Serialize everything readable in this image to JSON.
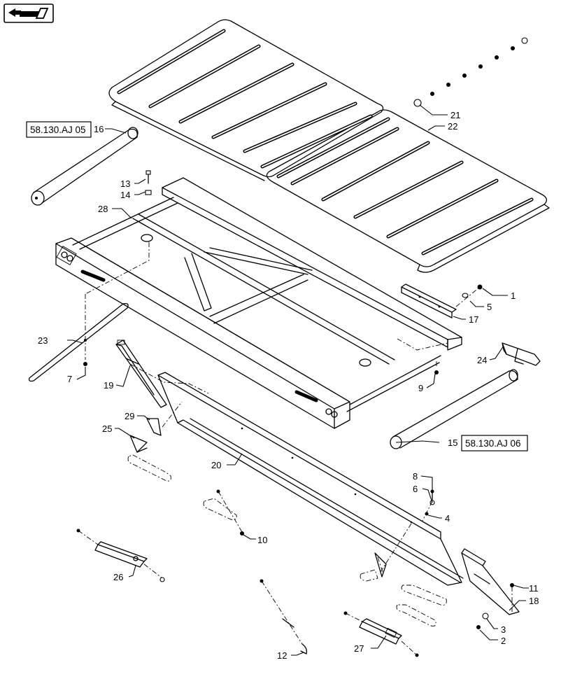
{
  "callouts": {
    "c1": "1",
    "c2": "2",
    "c3": "3",
    "c4": "4",
    "c5": "5",
    "c6": "6",
    "c7": "7",
    "c8": "8",
    "c9": "9",
    "c10": "10",
    "c11": "11",
    "c12": "12",
    "c13": "13",
    "c14": "14",
    "c15": "15",
    "c16": "16",
    "c17": "17",
    "c18": "18",
    "c19": "19",
    "c20": "20",
    "c21": "21",
    "c22": "22",
    "c23": "23",
    "c24": "24",
    "c25": "25",
    "c26": "26",
    "c27": "27",
    "c28": "28",
    "c29": "29"
  },
  "references": {
    "ref_16": "58.130.AJ 05",
    "ref_15": "58.130.AJ 06"
  },
  "icons": {
    "nav_icon": "arrow-icon"
  }
}
